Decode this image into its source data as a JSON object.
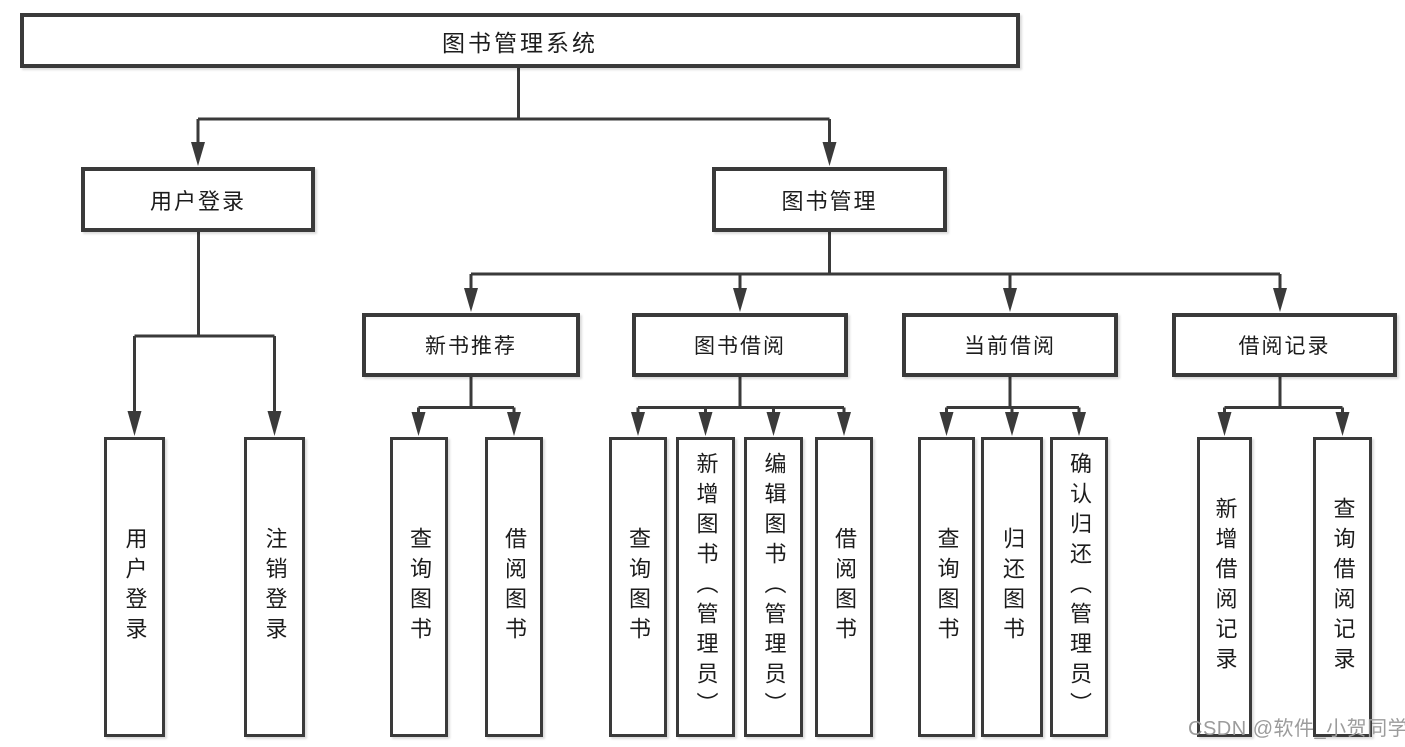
{
  "diagram": {
    "root": "图书管理系统",
    "branches": [
      {
        "label": "用户登录",
        "children": [
          "用户登录",
          "注销登录"
        ]
      },
      {
        "label": "图书管理",
        "sections": [
          {
            "label": "新书推荐",
            "children": [
              "查询图书",
              "借阅图书"
            ]
          },
          {
            "label": "图书借阅",
            "children": [
              "查询图书",
              "新增图书（管理员）",
              "编辑图书（管理员）",
              "借阅图书"
            ]
          },
          {
            "label": "当前借阅",
            "children": [
              "查询图书",
              "归还图书",
              "确认归还（管理员）"
            ]
          },
          {
            "label": "借阅记录",
            "children": [
              "新增借阅记录",
              "查询借阅记录"
            ]
          }
        ]
      }
    ]
  },
  "watermark": {
    "text": "CSDN @软件_小贺同学"
  },
  "colors": {
    "line": "#3a3a3a",
    "text": "#1c1c1c",
    "watermark": "#9c9c9c",
    "background": "#ffffff"
  }
}
